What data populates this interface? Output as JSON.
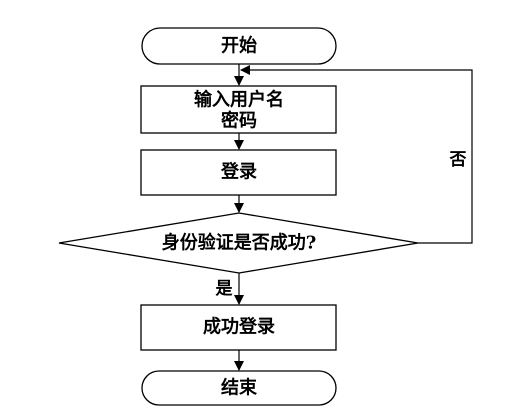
{
  "nodes": {
    "start": "开始",
    "input_line1": "输入用户名",
    "input_line2": "密码",
    "login": "登录",
    "decision": "身份验证是否成功?",
    "success": "成功登录",
    "end": "结束"
  },
  "branches": {
    "yes": "是",
    "no": "否"
  }
}
